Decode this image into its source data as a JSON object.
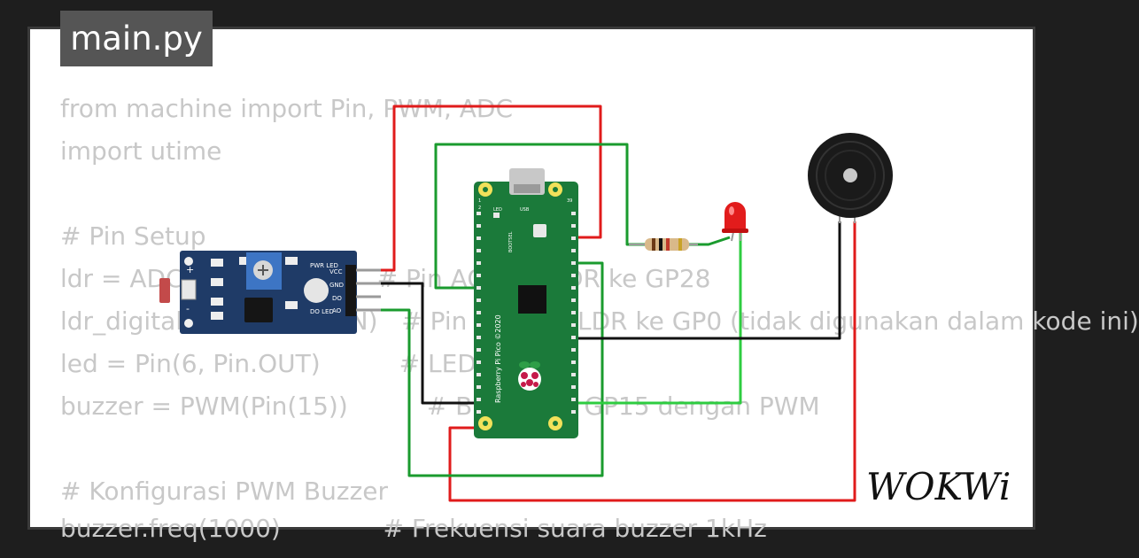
{
  "file_tab": {
    "name": "main.py"
  },
  "code_lines": [
    "from machine import Pin, PWM, ADC",
    "import utime",
    "",
    "# Pin Setup",
    "ldr = ADC(Pin(28))           # Pin AO dari LDR ke GP28",
    "ldr_digital = Pin(0, Pin.IN)   # Pin DO dari LDR ke GP0 (tidak digunakan dalam kode ini)",
    "led = Pin(6, Pin.OUT)          # LED ke GP6",
    "buzzer = PWM(Pin(15))          # Buzzer ke GP15 dengan PWM",
    "",
    "# Konfigurasi PWM Buzzer",
    "buzzer.freq(1000)             # Frekuensi suara buzzer 1kHz"
  ],
  "ldr_module": {
    "pins": [
      "VCC",
      "GND",
      "DO",
      "AO"
    ],
    "leds": [
      "PWR LED",
      "DO LED"
    ]
  },
  "pico": {
    "name": "Raspberry Pi Pico ©2020",
    "labels": [
      "LED",
      "USB",
      "BOOTSEL"
    ],
    "pin_numbers": [
      "1",
      "2",
      "39"
    ]
  },
  "wire_colors": {
    "red": "#e01b1b",
    "green": "#1a9b2e",
    "light_green": "#2ecc40",
    "black": "#111111"
  },
  "logo": {
    "text": "WOKWi"
  }
}
